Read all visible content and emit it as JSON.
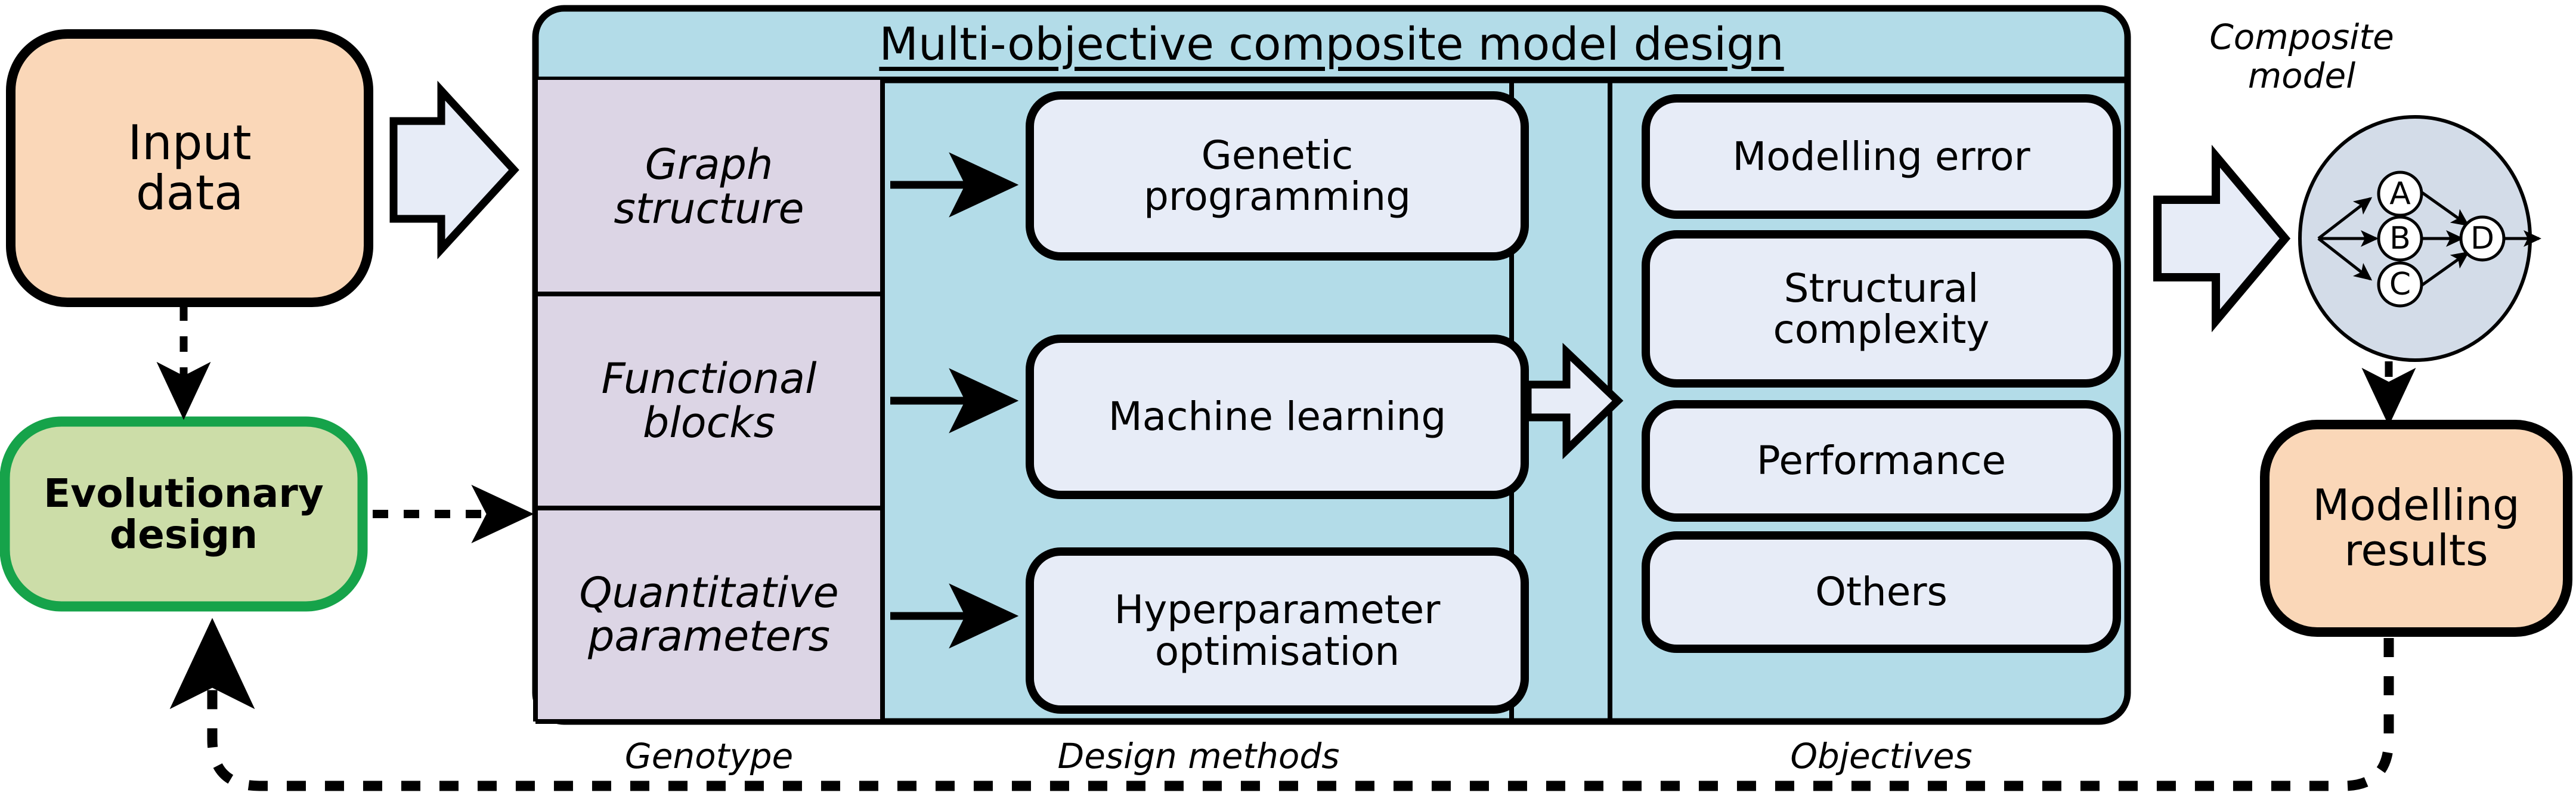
{
  "colors": {
    "orange_fill": "#FAD7B8",
    "green_fill": "#CCDDA8",
    "green_stroke": "#16A34A",
    "panel_fill": "#B3DCE8",
    "genotype_fill": "#DCD5E5",
    "inner_box_fill": "#E7ECF7",
    "circle_fill": "#D3DCE8",
    "arrow_fill": "#E7ECF7",
    "stroke": "#000000"
  },
  "left": {
    "input_data_label": "Input\ndata",
    "evolutionary_design_label": "Evolutionary\ndesign",
    "input_to_panel_arrow": "block-arrow-right-icon",
    "input_to_evo_arrow": "dashed-arrow-down-icon",
    "evo_to_panel_arrow": "dashed-arrow-right-icon",
    "feedback_arrow": "dashed-feedback-arrow-icon"
  },
  "panel": {
    "title": "Multi-objective composite model design",
    "genotype": {
      "label": "Genotype",
      "cells": [
        "Graph\nstructure",
        "Functional\nblocks",
        "Quantitative\nparameters"
      ]
    },
    "design_methods": {
      "label": "Design methods",
      "boxes": [
        "Genetic\nprogramming",
        "Machine learning",
        "Hyperparameter\noptimisation"
      ],
      "row_arrows": [
        "arrow-right-icon",
        "arrow-right-icon",
        "arrow-right-icon"
      ],
      "to_objectives_arrow": "block-arrow-right-icon"
    },
    "objectives": {
      "label": "Objectives",
      "boxes": [
        "Modelling error",
        "Structural\ncomplexity",
        "Performance",
        "Others"
      ]
    }
  },
  "right": {
    "composite_model_label": "Composite\nmodel",
    "panel_to_composite_arrow": "block-arrow-right-icon",
    "graph_nodes": [
      "A",
      "B",
      "D",
      "C"
    ],
    "composite_to_results_arrow": "dashed-arrow-down-icon",
    "modelling_results_label": "Modelling\nresults"
  }
}
